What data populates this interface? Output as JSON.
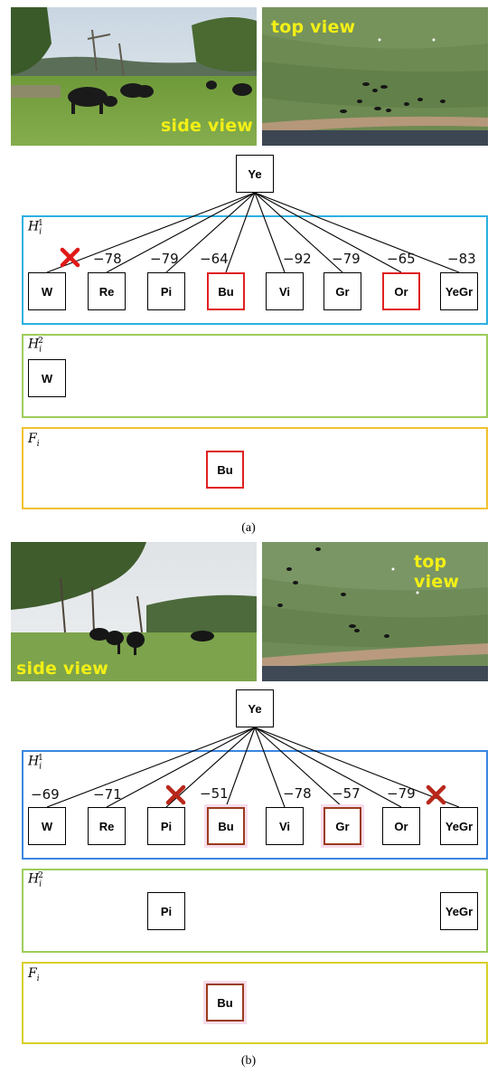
{
  "figure_a": {
    "side_label": "side view",
    "top_label": "top view",
    "root": "Ye",
    "h1": {
      "var": "H",
      "sub": "i",
      "sup": "1"
    },
    "h2": {
      "var": "H",
      "sub": "i",
      "sup": "2"
    },
    "f": {
      "var": "F",
      "sub": "i"
    },
    "nodes": [
      "W",
      "Re",
      "Pi",
      "Bu",
      "Vi",
      "Gr",
      "Or",
      "YeGr"
    ],
    "scores": [
      "",
      "−78",
      "−79",
      "−64",
      "−92",
      "−79",
      "−65",
      "−83"
    ],
    "highlighted": [
      "Bu",
      "Or"
    ],
    "crossed": [
      "W"
    ],
    "h2_nodes": [
      "W"
    ],
    "f_nodes": [
      "Bu"
    ],
    "caption": "(a)",
    "colors": {
      "h1_border": "#2bb0e0",
      "h2_border": "#9ccd5a",
      "f_border": "#f2c12e",
      "highlight": "#e02020",
      "cross": "#e01818"
    }
  },
  "figure_b": {
    "side_label": "side view",
    "top_label": "top view",
    "root": "Ye",
    "h1": {
      "var": "H",
      "sub": "i",
      "sup": "1"
    },
    "h2": {
      "var": "H",
      "sub": "i",
      "sup": "2"
    },
    "f": {
      "var": "F",
      "sub": "i"
    },
    "nodes": [
      "W",
      "Re",
      "Pi",
      "Bu",
      "Vi",
      "Gr",
      "Or",
      "YeGr"
    ],
    "scores": [
      "−69",
      "−71",
      "",
      "−51",
      "−78",
      "−57",
      "−79",
      ""
    ],
    "highlighted": [
      "Bu",
      "Gr"
    ],
    "crossed": [
      "Pi",
      "YeGr"
    ],
    "h2_nodes": [
      "Pi",
      "YeGr"
    ],
    "f_nodes": [
      "Bu"
    ],
    "caption": "(b)",
    "colors": {
      "h1_border": "#3a86e0",
      "h2_border": "#9ccd5a",
      "f_border": "#d9cf2a",
      "highlight": "#9a3b1c",
      "cross": "#b8281a"
    }
  }
}
